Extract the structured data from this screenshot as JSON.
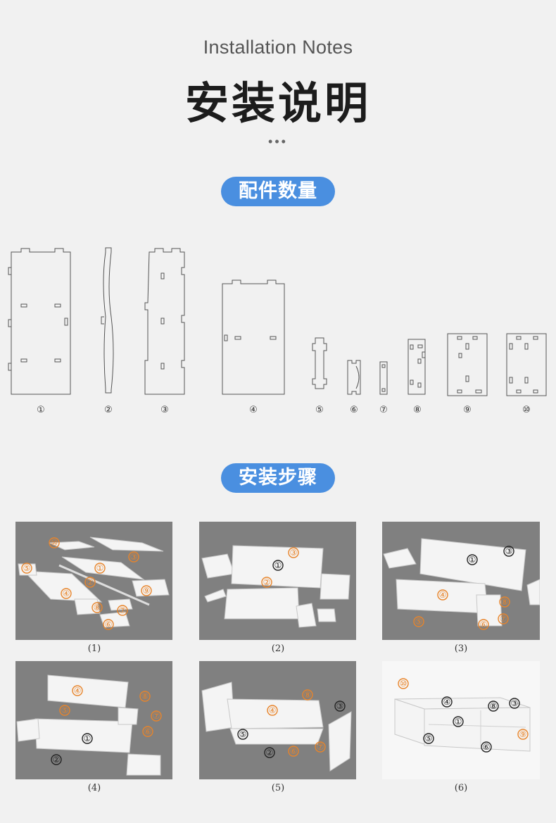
{
  "header": {
    "title_en": "Installation Notes",
    "title_cn": "安装说明",
    "dots": "•••"
  },
  "sections": {
    "parts_label": "配件数量",
    "steps_label": "安装步骤"
  },
  "parts": [
    {
      "num": "①"
    },
    {
      "num": "②"
    },
    {
      "num": "③"
    },
    {
      "num": "④"
    },
    {
      "num": "⑤"
    },
    {
      "num": "⑥"
    },
    {
      "num": "⑦"
    },
    {
      "num": "⑧"
    },
    {
      "num": "⑨"
    },
    {
      "num": "⑩"
    }
  ],
  "steps": [
    {
      "caption": "(1)"
    },
    {
      "caption": "(2)"
    },
    {
      "caption": "(3)"
    },
    {
      "caption": "(4)"
    },
    {
      "caption": "(5)"
    },
    {
      "caption": "(6)"
    }
  ],
  "colors": {
    "accent": "#4a8fe0",
    "label_orange": "#e8842a",
    "photo_bg": "#808080",
    "page_bg": "#f1f1f1"
  }
}
